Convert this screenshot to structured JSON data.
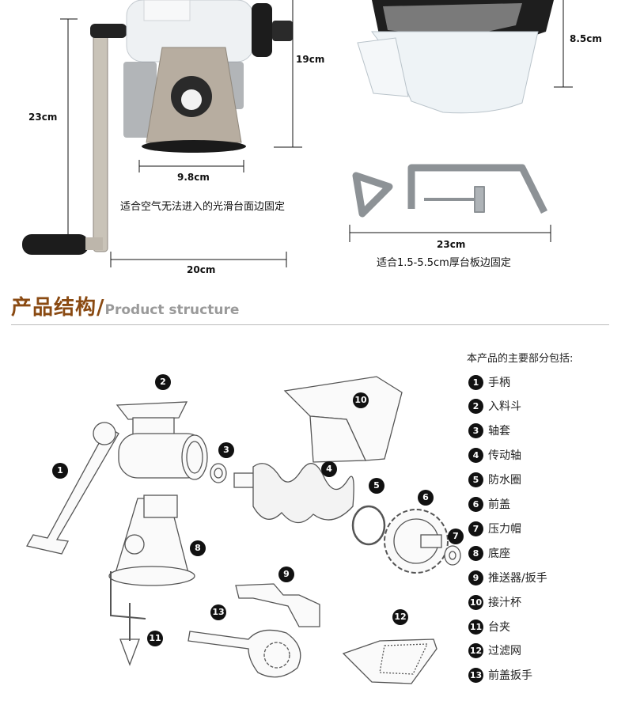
{
  "dimensions": {
    "height_total": "23cm",
    "height_body": "19cm",
    "base_width": "9.8cm",
    "handle_length": "20cm",
    "cup_height": "8.5cm",
    "clamp_length": "23cm"
  },
  "captions": {
    "suction": "适合空气无法进入的光滑台面边固定",
    "clamp": "适合1.5-5.5cm厚台板边固定"
  },
  "section": {
    "title_zh": "产品结构/",
    "title_en": "Product structure"
  },
  "legend": {
    "heading": "本产品的主要部分包括:",
    "items": [
      {
        "num": "1",
        "label": "手柄"
      },
      {
        "num": "2",
        "label": "入料斗"
      },
      {
        "num": "3",
        "label": "轴套"
      },
      {
        "num": "4",
        "label": "传动轴"
      },
      {
        "num": "5",
        "label": "防水圈"
      },
      {
        "num": "6",
        "label": "前盖"
      },
      {
        "num": "7",
        "label": "压力帽"
      },
      {
        "num": "8",
        "label": "底座"
      },
      {
        "num": "9",
        "label": "推送器/扳手"
      },
      {
        "num": "10",
        "label": "接汁杯"
      },
      {
        "num": "11",
        "label": "台夹"
      },
      {
        "num": "12",
        "label": "过滤网"
      },
      {
        "num": "13",
        "label": "前盖扳手"
      }
    ]
  },
  "callouts": [
    "1",
    "2",
    "3",
    "4",
    "5",
    "6",
    "7",
    "8",
    "9",
    "10",
    "11",
    "12",
    "13"
  ]
}
